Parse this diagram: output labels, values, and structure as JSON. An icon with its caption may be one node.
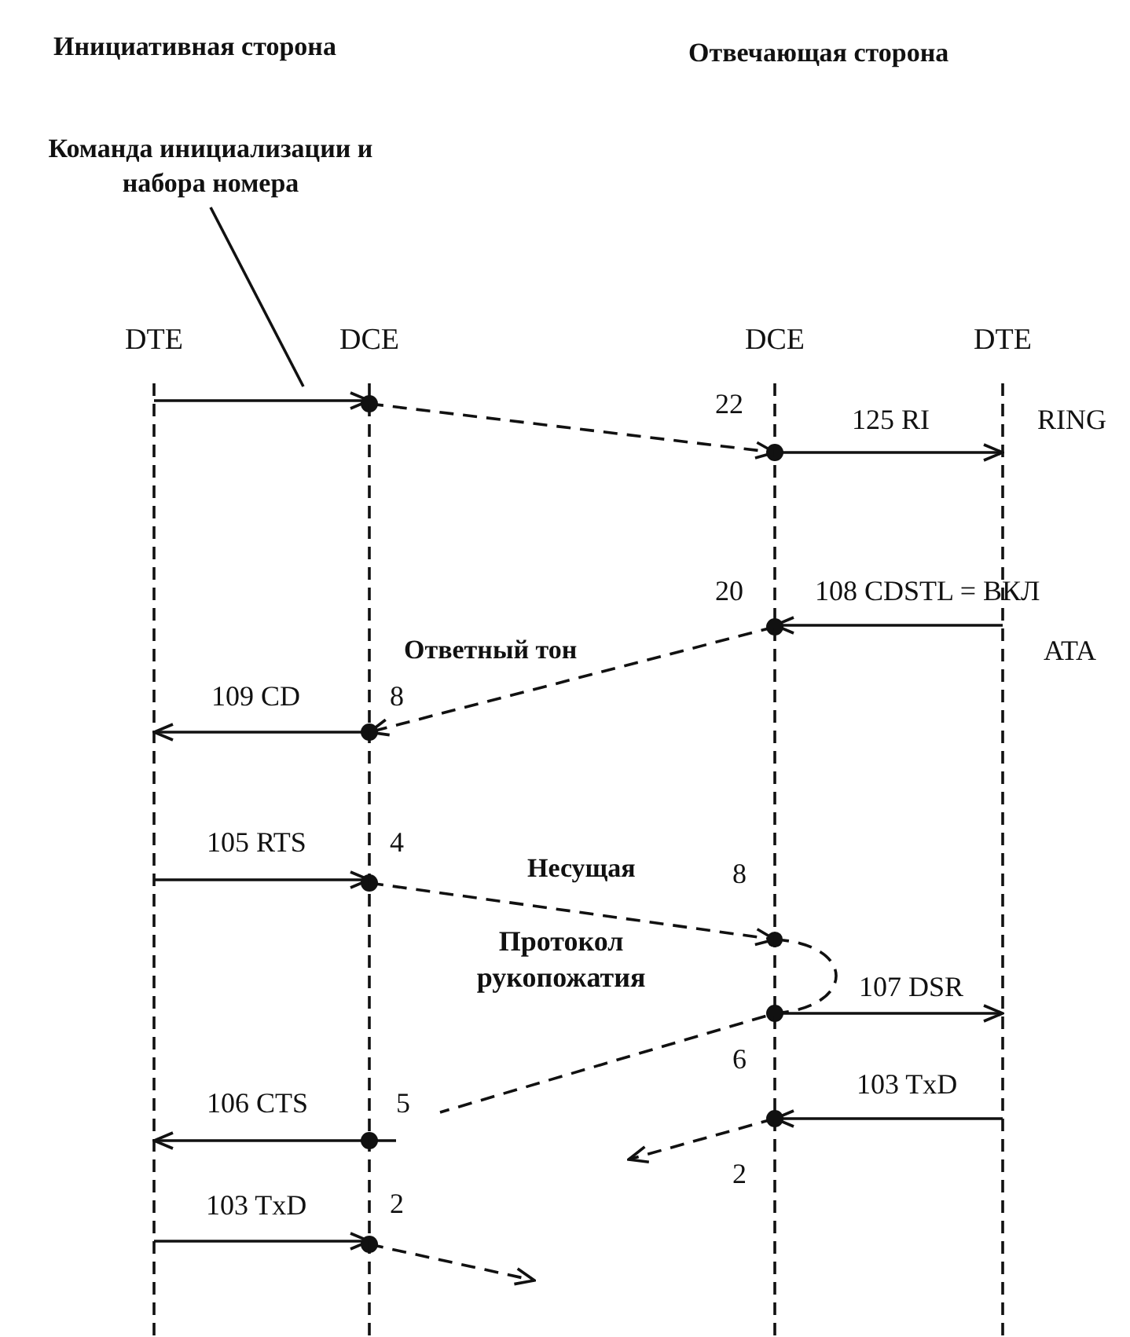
{
  "diagram": {
    "nodes": [
      {
        "text": [
          "DTE"
        ]
      },
      {
        "text": [
          "DCE"
        ]
      },
      {
        "text": [
          "DCE"
        ]
      },
      {
        "text": [
          "DTE"
        ]
      },
      {
        "text": [
          "Команда инициализации и набора номера"
        ]
      }
    ],
    "edges": [
      {
        "from": 0,
        "to": 1,
        "arrow": "to"
      },
      {
        "from": 1,
        "to": 2,
        "arrow": "to",
        "style": "dashed"
      },
      {
        "from": 2,
        "to": 3,
        "arrow": "to",
        "label": "125  RI"
      },
      {
        "from": 3,
        "to": 2,
        "arrow": "to",
        "label": "108  CDSTL = ВКЛ"
      },
      {
        "from": 2,
        "to": 1,
        "arrow": "to",
        "style": "dashed",
        "label": "Ответный тон"
      },
      {
        "from": 1,
        "to": 0,
        "arrow": "to",
        "label": "109  CD"
      },
      {
        "from": 0,
        "to": 1,
        "arrow": "to",
        "label": "105  RTS"
      },
      {
        "from": 1,
        "to": 2,
        "arrow": "to",
        "style": "dashed",
        "label": "Несущая"
      },
      {
        "from": 2,
        "to": null,
        "arrow": "other",
        "style": "dashed"
      },
      {
        "from": 2,
        "to": 3,
        "arrow": "to",
        "label": "107  DSR"
      },
      {
        "from": 1,
        "to": 0,
        "arrow": "to",
        "label": "106   CTS"
      },
      {
        "from": 3,
        "to": 2,
        "arrow": "to",
        "label": "103   TxD"
      },
      {
        "from": 2,
        "to": null,
        "arrow": "to",
        "style": "dashed"
      },
      {
        "from": 0,
        "to": 1,
        "arrow": "to",
        "label": "103  TxD"
      },
      {
        "from": 1,
        "to": null,
        "arrow": "to",
        "style": "dashed"
      },
      {
        "from": 4,
        "to": null,
        "arrow": "none"
      }
    ],
    "labels": [
      "Инициативная сторона",
      "Отвечающая сторона",
      "22",
      "RING",
      "20",
      "ATA",
      "8",
      "4",
      "8",
      "Протокол рукопожатия",
      "6",
      "5",
      "2",
      "2"
    ]
  }
}
